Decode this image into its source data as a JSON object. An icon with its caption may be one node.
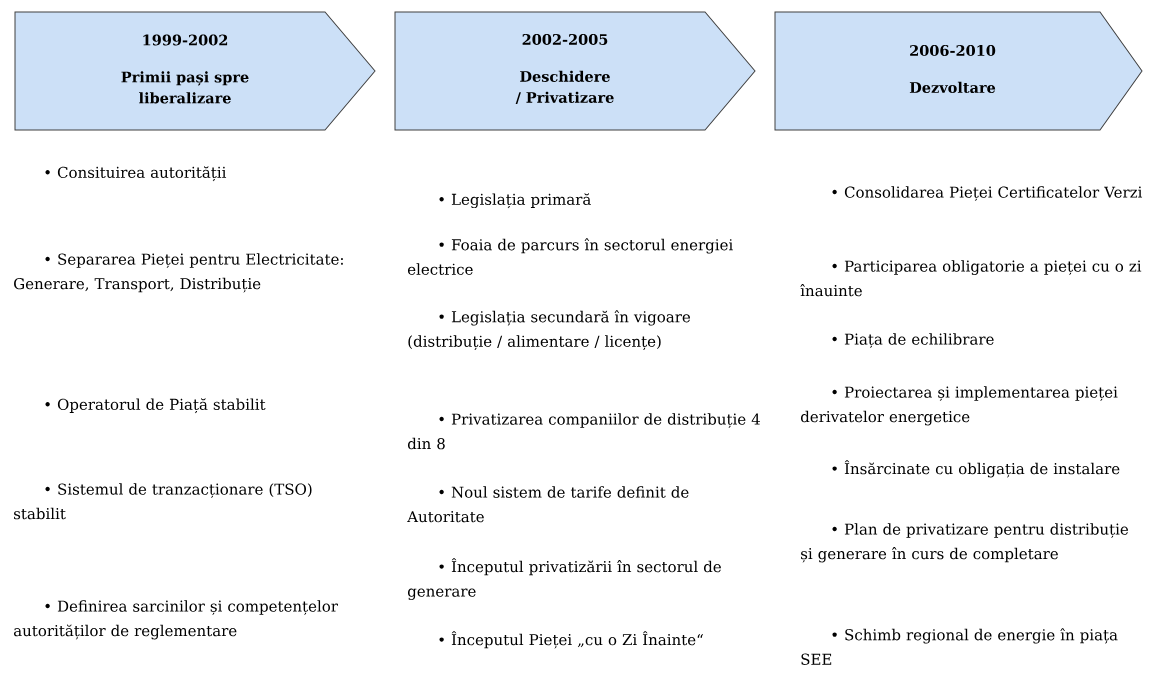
{
  "diagram": {
    "nodes": [
      {
        "text": [
          "1999-2002",
          "Primii pași spre liberalizare"
        ]
      },
      {
        "text": [
          "2002-2005",
          "Deschidere / Privatizare"
        ]
      },
      {
        "text": [
          "2006-2010",
          "Dezvoltare"
        ]
      }
    ],
    "labels": [
      "• Consituirea autorității",
      "• Separarea Pieței pentru Electricitate: Generare, Transport, Distribuție",
      "• Operatorul de Piață stabilit",
      "• Sistemul de tranzacționare (TSO) stabilit",
      "• Definirea sarcinilor și competențelor autorităților de reglementare",
      "• Legislația primară",
      "• Foaia de parcurs în sectorul energiei electrice",
      "• Legislația secundară în vigoare (distribuție / alimentare / licențe)",
      "• Privatizarea companiilor de distribuție 4 din 8",
      "• Noul sistem de tarife definit de Autoritate",
      "• Începutul privatizării în sectorul de generare",
      "• Începutul Pieței „cu o Zi Înainte“",
      "• Consolidarea Pieței Certificatelor Verzi",
      "• Participarea obligatorie a pieței cu o zi înauinte",
      "• Piața de echilibrare",
      "• Proiectarea și implementarea pieței derivatelor energetice",
      "• Însărcinate cu obligația de instalare",
      "• Plan de privatizare pentru distribuție și generare în curs de completare",
      "• Schimb regional de energie în piața SEE"
    ]
  }
}
